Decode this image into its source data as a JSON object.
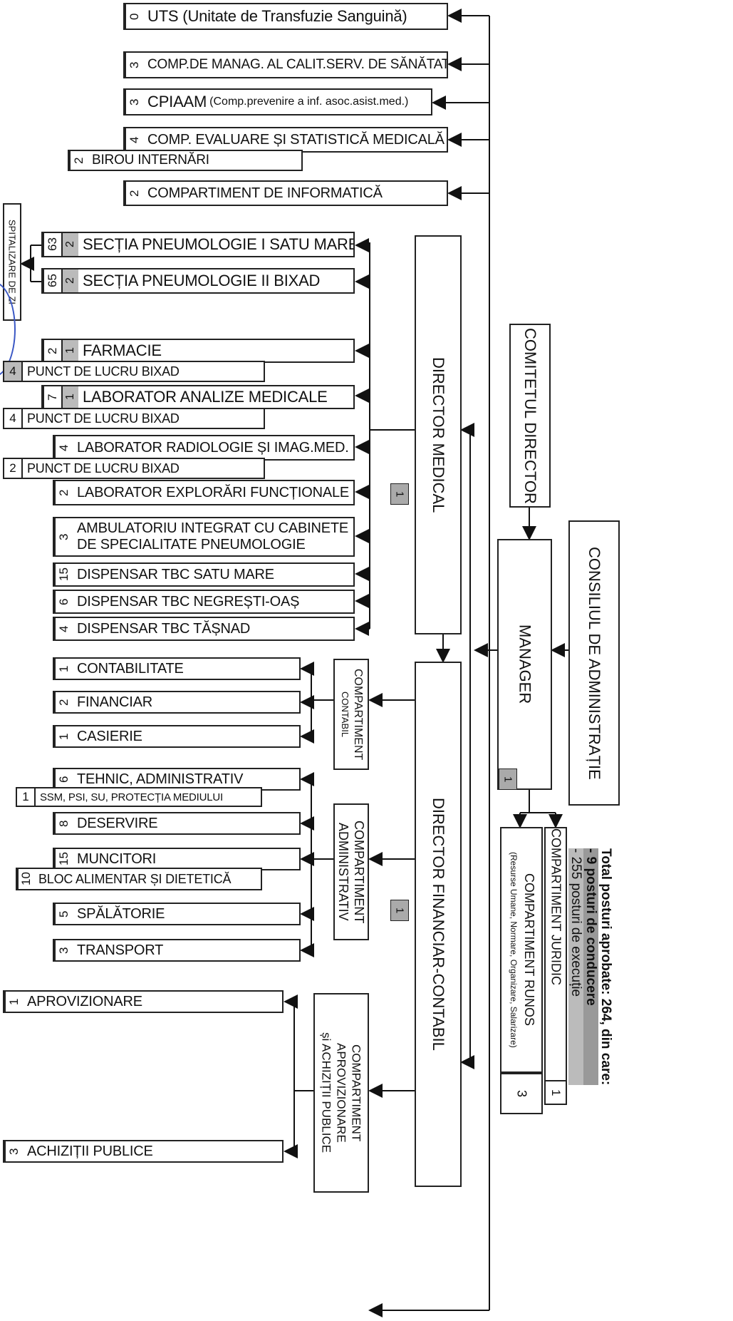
{
  "top": {
    "uts": {
      "num": "0",
      "label": "UTS (Unitate de Transfuzie Sanguină)"
    },
    "calit": {
      "num": "3",
      "label": "COMP.DE MANAG. AL CALIT.SERV. DE SĂNĂTATE"
    },
    "cpiaam": {
      "num": "3",
      "label": "CPIAAM",
      "sub": "(Comp.prevenire a inf. asoc.asist.med.)"
    },
    "evaluare": {
      "num": "4",
      "label": "COMP. EVALUARE ȘI STATISTICĂ MEDICALĂ"
    },
    "internari": {
      "num": "2",
      "label": "BIROU  INTERNĂRI"
    },
    "informatica": {
      "num": "2",
      "label": "COMPARTIMENT DE INFORMATICĂ"
    }
  },
  "spitalizare": "SPITALIZARE DE ZI",
  "medical": [
    {
      "id": "pneumo1",
      "num": "63",
      "lead": "2",
      "label": "SECȚIA PNEUMOLOGIE I SATU MARE"
    },
    {
      "id": "pneumo2",
      "num": "65",
      "lead": "2",
      "label": "SECȚIA PNEUMOLOGIE II  BIXAD"
    },
    {
      "id": "farmacie",
      "num": "2",
      "lead": "1",
      "label": "FARMACIE"
    },
    {
      "id": "farmacie-pl",
      "num": "4",
      "label": "PUNCT DE LUCRU BIXAD"
    },
    {
      "id": "laborator",
      "num": "7",
      "lead": "1",
      "label": "LABORATOR ANALIZE MEDICALE"
    },
    {
      "id": "laborator-pl",
      "num": "4",
      "label": "PUNCT DE LUCRU BIXAD"
    },
    {
      "id": "radiologie",
      "num": "4",
      "label": "LABORATOR RADIOLOGIE ȘI IMAG.MED."
    },
    {
      "id": "radiologie-pl",
      "num": "2",
      "label": "PUNCT DE LUCRU BIXAD"
    },
    {
      "id": "explorari",
      "num": "2",
      "label": "LABORATOR EXPLORĂRI FUNCȚIONALE"
    },
    {
      "id": "ambulatoriu",
      "num": "3",
      "label": "AMBULATORIU INTEGRAT CU CABINETE",
      "label2": "DE SPECIALITATE PNEUMOLOGIE"
    },
    {
      "id": "tbc-sm",
      "num": "15",
      "label": "DISPENSAR TBC SATU MARE"
    },
    {
      "id": "tbc-no",
      "num": "6",
      "label": "DISPENSAR TBC NEGREȘTI-OAȘ"
    },
    {
      "id": "tbc-ta",
      "num": "4",
      "label": "DISPENSAR TBC TĂȘNAD"
    }
  ],
  "contabil": [
    {
      "num": "1",
      "label": "CONTABILITATE"
    },
    {
      "num": "2",
      "label": "FINANCIAR"
    },
    {
      "num": "1",
      "label": "CASIERIE"
    }
  ],
  "administrativ": [
    {
      "num": "6",
      "label": "TEHNIC, ADMINISTRATIV"
    },
    {
      "num": "1",
      "label": "SSM, PSI, SU, PROTECȚIA MEDIULUI"
    },
    {
      "num": "8",
      "label": "DESERVIRE"
    },
    {
      "num": "15",
      "label": "MUNCITORI"
    },
    {
      "num": "10",
      "label": "BLOC  ALIMENTAR ȘI DIETETICĂ"
    },
    {
      "num": "5",
      "label": "SPĂLĂTORIE"
    },
    {
      "num": "3",
      "label": "TRANSPORT"
    }
  ],
  "aprovizionare": [
    {
      "num": "1",
      "label": "APROVIZIONARE"
    },
    {
      "num": "3",
      "label": "ACHIZIȚII  PUBLICE"
    }
  ],
  "mid": {
    "comp_contabil": "COMPARTIMENT CONTABIL",
    "comp_contabil_1": "COMPARTIMENT",
    "comp_contabil_2": "CONTABIL",
    "comp_admin_1": "COMPARTIMENT",
    "comp_admin_2": "ADMINISTRATIV",
    "comp_aprov_1": "COMPARTIMENT",
    "comp_aprov_2": "APROVIZIONARE",
    "comp_aprov_3": "și ACHIZIȚII PUBLICE"
  },
  "directors": {
    "medical": "DIRECTOR MEDICAL",
    "medical_num": "1",
    "financiar": "DIRECTOR FINANCIAR-CONTABIL",
    "financiar_num": "1"
  },
  "right": {
    "comitet": "COMITETUL  DIRECTOR",
    "manager": "MANAGER",
    "manager_num": "1",
    "consiliu": "CONSILIUL DE ADMINISTRAȚIE",
    "juridic": "COMPARTIMENT JURIDIC",
    "juridic_num": "1",
    "runos": "COMPARTIMENT RUNOS",
    "runos_sub": "(Resurse Umane, Normare, Organizare, Salarizare)",
    "runos_num": "3"
  },
  "total": {
    "line1": "Total posturi aprobate: 264, din care:",
    "line2": "-   9 posturi de conducere",
    "line3": "- 255 posturi de execuție"
  }
}
